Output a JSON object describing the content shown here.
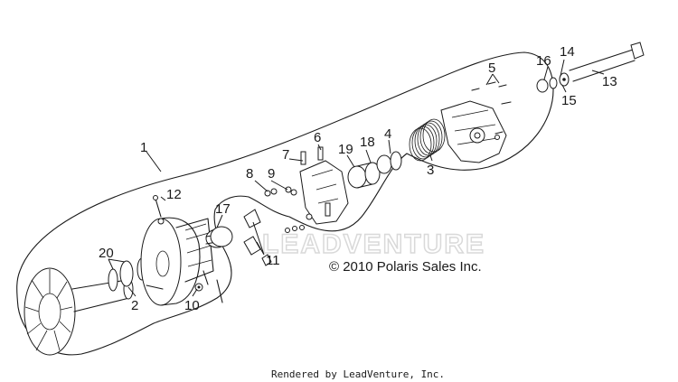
{
  "diagram": {
    "copyright": "© 2010 Polaris Sales Inc.",
    "rendered_by": "Rendered by LeadVenture, Inc.",
    "watermark": "LEADVENTURE",
    "callouts": [
      "1",
      "2",
      "3",
      "4",
      "5",
      "6",
      "7",
      "8",
      "9",
      "10",
      "11",
      "12",
      "13",
      "14",
      "15",
      "16",
      "17",
      "18",
      "19",
      "20"
    ]
  }
}
